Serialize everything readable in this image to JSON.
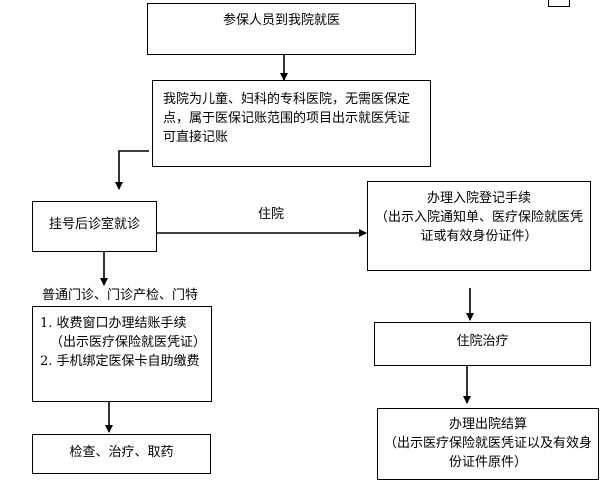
{
  "nodes": {
    "start": "参保人员到我院就医",
    "policy": "我院为儿童、妇科的专科医院，无需医保定点，属于医保记账范围的项目出示就医凭证可直接记账",
    "register": "挂号后诊室就诊",
    "admission_title": "办理入院登记手续",
    "admission_detail": "（出示入院通知单、医疗保险就医凭证或有效身份证件）",
    "outpatient_line1": "1. 收费窗口办理结账手续",
    "outpatient_line2": "（出示医疗保险就医凭证）",
    "outpatient_line3": "2. 手机绑定医保卡自助缴费",
    "exam": "检查、治疗、取药",
    "inpatient": "住院治疗",
    "discharge_title": "办理出院结算",
    "discharge_detail": "（出示医疗保险就医凭证以及有效身份证件原件）"
  },
  "labels": {
    "hospitalize": "住院",
    "outpatient_types": "普通门诊、门诊产检、门特"
  }
}
